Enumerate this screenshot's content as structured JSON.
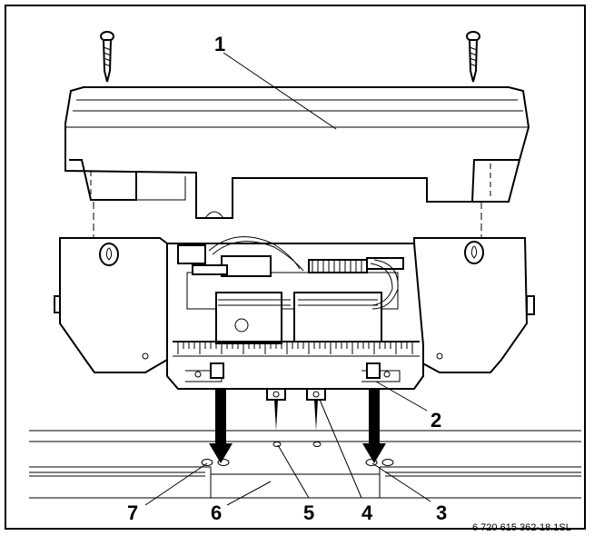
{
  "callouts": {
    "c1": "1",
    "c2": "2",
    "c3": "3",
    "c4": "4",
    "c5": "5",
    "c6": "6",
    "c7": "7"
  },
  "doc_reference": "6 720 615 362-18.1SL"
}
